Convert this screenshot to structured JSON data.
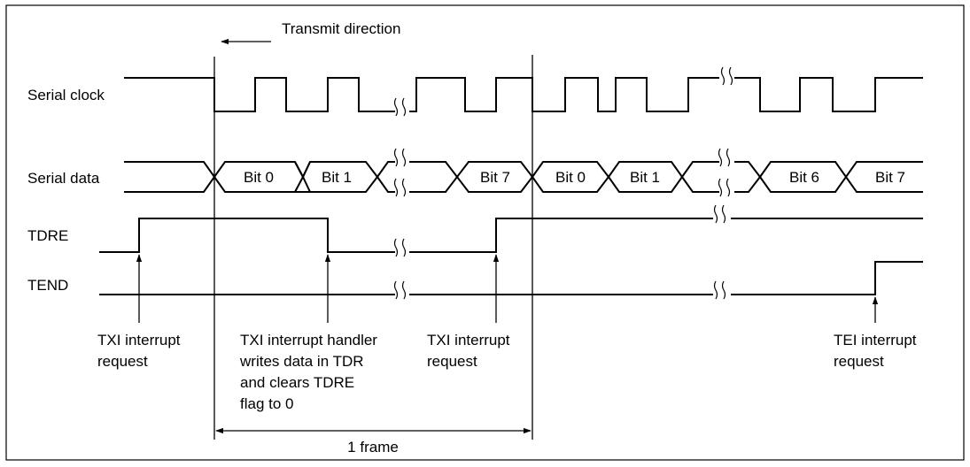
{
  "direction_label": "Transmit direction",
  "signals": {
    "serial_clock": "Serial clock",
    "serial_data": "Serial data",
    "tdre": "TDRE",
    "tend": "TEND"
  },
  "data_bits": [
    "Bit 0",
    "Bit 1",
    "Bit 7",
    "Bit 0",
    "Bit 1",
    "Bit 6",
    "Bit 7"
  ],
  "annotations": {
    "txi_request_1": [
      "TXI interrupt",
      "request"
    ],
    "txi_handler": [
      "TXI interrupt handler",
      "writes data in TDR",
      "and clears TDRE",
      "flag to 0"
    ],
    "txi_request_2": [
      "TXI interrupt",
      "request"
    ],
    "tei_request": [
      "TEI interrupt",
      "request"
    ]
  },
  "frame_label": "1 frame"
}
